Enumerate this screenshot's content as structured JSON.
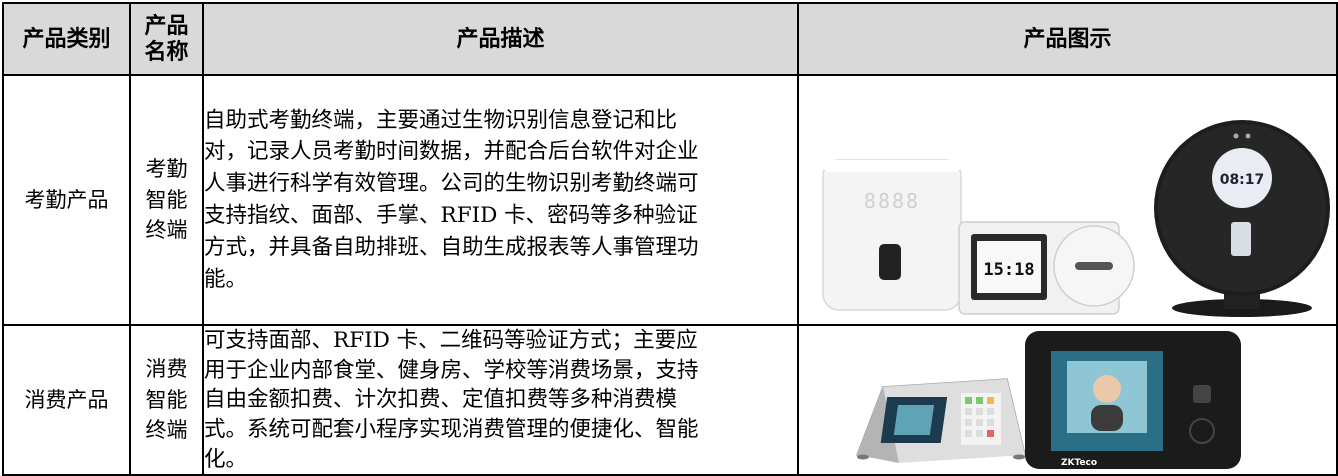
{
  "table": {
    "headers": {
      "category": "产品类别",
      "name_line1": "产品",
      "name_line2": "名称",
      "description": "产品描述",
      "image": "产品图示"
    },
    "rows": [
      {
        "category": "考勤产品",
        "name_lines": [
          "考勤",
          "智能",
          "终端"
        ],
        "description_lines": [
          "自助式考勤终端，主要通过生物识别信息登记和比",
          "对，记录人员考勤时间数据，并配合后台软件对企业",
          "人事进行科学有效管理。公司的生物识别考勤终端可",
          "支持指纹、面部、手掌、RFID 卡、密码等多种验证",
          "方式，并具备自助排班、自助生成报表等人事管理功",
          "能。"
        ],
        "device_displays": {
          "square_clock": "8888",
          "small_clock": "15:18",
          "round_clock": "08:17"
        }
      },
      {
        "category": "消费产品",
        "name_lines": [
          "消费",
          "智能",
          "终端"
        ],
        "description_lines": [
          "可支持面部、RFID 卡、二维码等验证方式；主要应",
          "用于企业内部食堂、健身房、学校等消费场景，支持",
          "自由金额扣费、计次扣费、定值扣费等多种消费模",
          "式。系统可配套小程序实现消费管理的便捷化、智能",
          "化。"
        ],
        "device_brand": "ZKTeco"
      }
    ]
  }
}
